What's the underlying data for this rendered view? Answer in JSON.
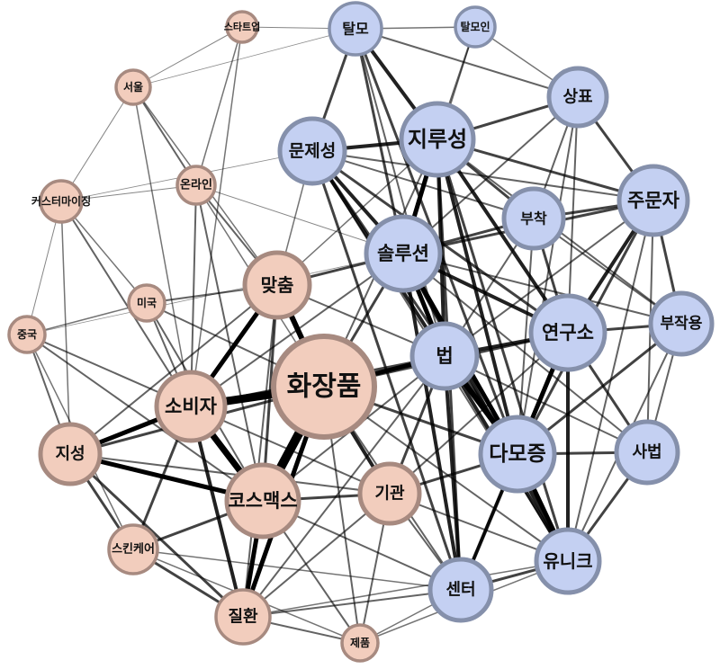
{
  "diagram": {
    "type": "keyword-co-occurrence-network",
    "colors": {
      "cluster_a_fill": "#f2cdbd",
      "cluster_a_stroke": "#a78a80",
      "cluster_b_fill": "#c4d0f2",
      "cluster_b_stroke": "#8590ab",
      "edge": "#000000",
      "background": "#ffffff"
    },
    "nodes": [
      {
        "id": "n1",
        "label": "화장품",
        "cluster": "a",
        "weight": 100
      },
      {
        "id": "n2",
        "label": "소비자",
        "cluster": "a",
        "weight": 42
      },
      {
        "id": "n3",
        "label": "코스맥스",
        "cluster": "a",
        "weight": 42
      },
      {
        "id": "n4",
        "label": "맞춤",
        "cluster": "a",
        "weight": 40
      },
      {
        "id": "n5",
        "label": "지성",
        "cluster": "a",
        "weight": 30
      },
      {
        "id": "n6",
        "label": "기관",
        "cluster": "a",
        "weight": 32
      },
      {
        "id": "n7",
        "label": "질환",
        "cluster": "a",
        "weight": 30
      },
      {
        "id": "n8",
        "label": "스킨케어",
        "cluster": "a",
        "weight": 22
      },
      {
        "id": "n9",
        "label": "제품",
        "cluster": "a",
        "weight": 16
      },
      {
        "id": "n10",
        "label": "미국",
        "cluster": "a",
        "weight": 16
      },
      {
        "id": "n11",
        "label": "중국",
        "cluster": "a",
        "weight": 14
      },
      {
        "id": "n12",
        "label": "커스터마이징",
        "cluster": "a",
        "weight": 16
      },
      {
        "id": "n13",
        "label": "온라인",
        "cluster": "a",
        "weight": 16
      },
      {
        "id": "n14",
        "label": "서울",
        "cluster": "a",
        "weight": 14
      },
      {
        "id": "n15",
        "label": "스타트업",
        "cluster": "a",
        "weight": 10
      },
      {
        "id": "n16",
        "label": "탈모",
        "cluster": "b",
        "weight": 22
      },
      {
        "id": "n17",
        "label": "탈모인",
        "cluster": "b",
        "weight": 14
      },
      {
        "id": "n18",
        "label": "상표",
        "cluster": "b",
        "weight": 26
      },
      {
        "id": "n19",
        "label": "지루성",
        "cluster": "b",
        "weight": 42
      },
      {
        "id": "n20",
        "label": "문제성",
        "cluster": "b",
        "weight": 34
      },
      {
        "id": "n21",
        "label": "주문자",
        "cluster": "b",
        "weight": 38
      },
      {
        "id": "n22",
        "label": "부착",
        "cluster": "b",
        "weight": 26
      },
      {
        "id": "n23",
        "label": "솔루션",
        "cluster": "b",
        "weight": 44
      },
      {
        "id": "n24",
        "label": "부작용",
        "cluster": "b",
        "weight": 30
      },
      {
        "id": "n25",
        "label": "연구소",
        "cluster": "b",
        "weight": 44
      },
      {
        "id": "n26",
        "label": "법",
        "cluster": "b",
        "weight": 42
      },
      {
        "id": "n27",
        "label": "다모증",
        "cluster": "b",
        "weight": 48
      },
      {
        "id": "n28",
        "label": "사법",
        "cluster": "b",
        "weight": 30
      },
      {
        "id": "n29",
        "label": "유니크",
        "cluster": "b",
        "weight": 38
      },
      {
        "id": "n30",
        "label": "센터",
        "cluster": "b",
        "weight": 34
      }
    ],
    "edges": [
      [
        "n1",
        "n2",
        9
      ],
      [
        "n1",
        "n3",
        10
      ],
      [
        "n1",
        "n4",
        6
      ],
      [
        "n1",
        "n5",
        3
      ],
      [
        "n1",
        "n6",
        4
      ],
      [
        "n1",
        "n7",
        5
      ],
      [
        "n1",
        "n23",
        3
      ],
      [
        "n1",
        "n26",
        5
      ],
      [
        "n1",
        "n25",
        3
      ],
      [
        "n1",
        "n19",
        2
      ],
      [
        "n1",
        "n27",
        3
      ],
      [
        "n1",
        "n29",
        2
      ],
      [
        "n1",
        "n30",
        2
      ],
      [
        "n1",
        "n9",
        2
      ],
      [
        "n1",
        "n10",
        2
      ],
      [
        "n1",
        "n13",
        1.5
      ],
      [
        "n2",
        "n3",
        7
      ],
      [
        "n2",
        "n4",
        5
      ],
      [
        "n2",
        "n5",
        5
      ],
      [
        "n2",
        "n6",
        2
      ],
      [
        "n2",
        "n7",
        4
      ],
      [
        "n2",
        "n8",
        3
      ],
      [
        "n2",
        "n10",
        2
      ],
      [
        "n2",
        "n11",
        2
      ],
      [
        "n2",
        "n12",
        2
      ],
      [
        "n2",
        "n13",
        2
      ],
      [
        "n2",
        "n14",
        1.5
      ],
      [
        "n2",
        "n15",
        1.5
      ],
      [
        "n2",
        "n23",
        2
      ],
      [
        "n2",
        "n26",
        3
      ],
      [
        "n3",
        "n4",
        3
      ],
      [
        "n3",
        "n5",
        5
      ],
      [
        "n3",
        "n6",
        3
      ],
      [
        "n3",
        "n7",
        5
      ],
      [
        "n3",
        "n8",
        3
      ],
      [
        "n3",
        "n9",
        2
      ],
      [
        "n3",
        "n10",
        2
      ],
      [
        "n3",
        "n11",
        2
      ],
      [
        "n3",
        "n13",
        2
      ],
      [
        "n3",
        "n26",
        2
      ],
      [
        "n3",
        "n30",
        2
      ],
      [
        "n4",
        "n5",
        2
      ],
      [
        "n4",
        "n7",
        2
      ],
      [
        "n4",
        "n10",
        2
      ],
      [
        "n4",
        "n13",
        2
      ],
      [
        "n4",
        "n14",
        1.5
      ],
      [
        "n4",
        "n23",
        3
      ],
      [
        "n4",
        "n19",
        1.5
      ],
      [
        "n4",
        "n20",
        1.5
      ],
      [
        "n4",
        "n26",
        2
      ],
      [
        "n5",
        "n8",
        3
      ],
      [
        "n5",
        "n7",
        3
      ],
      [
        "n5",
        "n11",
        2
      ],
      [
        "n5",
        "n12",
        1.5
      ],
      [
        "n5",
        "n6",
        2
      ],
      [
        "n6",
        "n7",
        2
      ],
      [
        "n6",
        "n9",
        2
      ],
      [
        "n6",
        "n26",
        3
      ],
      [
        "n6",
        "n27",
        3
      ],
      [
        "n6",
        "n29",
        2
      ],
      [
        "n6",
        "n30",
        2
      ],
      [
        "n6",
        "n25",
        2
      ],
      [
        "n7",
        "n8",
        3
      ],
      [
        "n7",
        "n9",
        2
      ],
      [
        "n7",
        "n30",
        2
      ],
      [
        "n7",
        "n26",
        2
      ],
      [
        "n8",
        "n9",
        1.5
      ],
      [
        "n8",
        "n11",
        1.5
      ],
      [
        "n10",
        "n11",
        1.5
      ],
      [
        "n10",
        "n12",
        1.5
      ],
      [
        "n12",
        "n13",
        1
      ],
      [
        "n12",
        "n14",
        1
      ],
      [
        "n12",
        "n11",
        1
      ],
      [
        "n13",
        "n14",
        2
      ],
      [
        "n13",
        "n15",
        1.5
      ],
      [
        "n13",
        "n23",
        1
      ],
      [
        "n14",
        "n15",
        1
      ],
      [
        "n15",
        "n16",
        1
      ],
      [
        "n14",
        "n16",
        0.8
      ],
      [
        "n12",
        "n20",
        0.8
      ],
      [
        "n11",
        "n23",
        0.8
      ],
      [
        "n16",
        "n17",
        1.5
      ],
      [
        "n16",
        "n19",
        4
      ],
      [
        "n16",
        "n20",
        3
      ],
      [
        "n16",
        "n23",
        3
      ],
      [
        "n16",
        "n26",
        2
      ],
      [
        "n16",
        "n27",
        3
      ],
      [
        "n16",
        "n18",
        2
      ],
      [
        "n17",
        "n19",
        2
      ],
      [
        "n17",
        "n18",
        1.5
      ],
      [
        "n17",
        "n23",
        1.5
      ],
      [
        "n18",
        "n19",
        3
      ],
      [
        "n18",
        "n21",
        3
      ],
      [
        "n18",
        "n22",
        2
      ],
      [
        "n18",
        "n25",
        2
      ],
      [
        "n18",
        "n27",
        2
      ],
      [
        "n18",
        "n23",
        2
      ],
      [
        "n19",
        "n20",
        4
      ],
      [
        "n19",
        "n21",
        3
      ],
      [
        "n19",
        "n22",
        3
      ],
      [
        "n19",
        "n23",
        5
      ],
      [
        "n19",
        "n25",
        4
      ],
      [
        "n19",
        "n26",
        4
      ],
      [
        "n19",
        "n27",
        4
      ],
      [
        "n19",
        "n29",
        3
      ],
      [
        "n19",
        "n30",
        3
      ],
      [
        "n19",
        "n24",
        2
      ],
      [
        "n20",
        "n23",
        4
      ],
      [
        "n20",
        "n26",
        4
      ],
      [
        "n20",
        "n27",
        3
      ],
      [
        "n20",
        "n25",
        3
      ],
      [
        "n20",
        "n30",
        3
      ],
      [
        "n20",
        "n22",
        2
      ],
      [
        "n20",
        "n21",
        2
      ],
      [
        "n20",
        "n29",
        2
      ],
      [
        "n21",
        "n22",
        3
      ],
      [
        "n21",
        "n23",
        3
      ],
      [
        "n21",
        "n24",
        3
      ],
      [
        "n21",
        "n25",
        4
      ],
      [
        "n21",
        "n27",
        3
      ],
      [
        "n21",
        "n28",
        2
      ],
      [
        "n21",
        "n29",
        2
      ],
      [
        "n21",
        "n26",
        2
      ],
      [
        "n22",
        "n23",
        3
      ],
      [
        "n22",
        "n25",
        3
      ],
      [
        "n22",
        "n27",
        2
      ],
      [
        "n22",
        "n24",
        2
      ],
      [
        "n22",
        "n26",
        2
      ],
      [
        "n23",
        "n25",
        4
      ],
      [
        "n23",
        "n26",
        5
      ],
      [
        "n23",
        "n27",
        5
      ],
      [
        "n23",
        "n29",
        4
      ],
      [
        "n23",
        "n30",
        4
      ],
      [
        "n23",
        "n28",
        2
      ],
      [
        "n23",
        "n24",
        2
      ],
      [
        "n24",
        "n25",
        3
      ],
      [
        "n24",
        "n27",
        3
      ],
      [
        "n24",
        "n28",
        2
      ],
      [
        "n24",
        "n29",
        2
      ],
      [
        "n25",
        "n26",
        4
      ],
      [
        "n25",
        "n27",
        5
      ],
      [
        "n25",
        "n28",
        3
      ],
      [
        "n25",
        "n29",
        4
      ],
      [
        "n25",
        "n30",
        3
      ],
      [
        "n26",
        "n27",
        6
      ],
      [
        "n26",
        "n29",
        4
      ],
      [
        "n26",
        "n30",
        4
      ],
      [
        "n26",
        "n28",
        2
      ],
      [
        "n27",
        "n28",
        3
      ],
      [
        "n27",
        "n29",
        5
      ],
      [
        "n27",
        "n30",
        4
      ],
      [
        "n28",
        "n29",
        3
      ],
      [
        "n29",
        "n30",
        3
      ],
      [
        "n9",
        "n30",
        1.5
      ],
      [
        "n9",
        "n29",
        1.5
      ],
      [
        "n7",
        "n29",
        1.5
      ],
      [
        "n8",
        "n30",
        1.5
      ]
    ]
  }
}
